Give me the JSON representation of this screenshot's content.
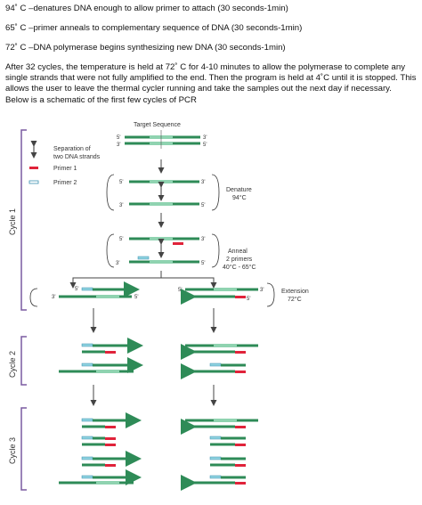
{
  "steps": [
    "94˚ C –denatures DNA enough to allow primer to attach (30 seconds-1min)",
    "65˚ C –primer anneals to complementary sequence of DNA  (30 seconds-1min)",
    "72˚ C –DNA polymerase begins synthesizing new DNA  (30 seconds-1min)"
  ],
  "paragraph": "After 32 cycles, the temperature is held at 72˚ C for 4-10 minutes to allow the polymerase to complete any single strands that were not fully amplified to the end. Then the program is held at 4˚C until it is stopped. This allows the user to leave the thermal cycler running and take the samples out the next day if necessary. Below is a schematic of the first few cycles of PCR",
  "diagram": {
    "title": "Target Sequence",
    "legend": {
      "separation": [
        "Separation of",
        "two DNA strands"
      ],
      "primer1": "Primer 1",
      "primer2": "Primer 2"
    },
    "stages": {
      "denature": [
        "Denature",
        "94°C"
      ],
      "anneal": [
        "Anneal",
        "2 primers",
        "40°C - 65°C"
      ],
      "extension": [
        "Extension",
        "72°C"
      ]
    },
    "cycles": [
      "Cycle 1",
      "Cycle 2",
      "Cycle 3"
    ],
    "end5": "5'",
    "end3": "3'",
    "colors": {
      "strand": "#2e8b57",
      "target": "#8fd3b0",
      "primer1": "#e0233a",
      "primer2": "#8fd3e0",
      "brace": "#7a5aa0",
      "arrow": "#444444"
    }
  }
}
